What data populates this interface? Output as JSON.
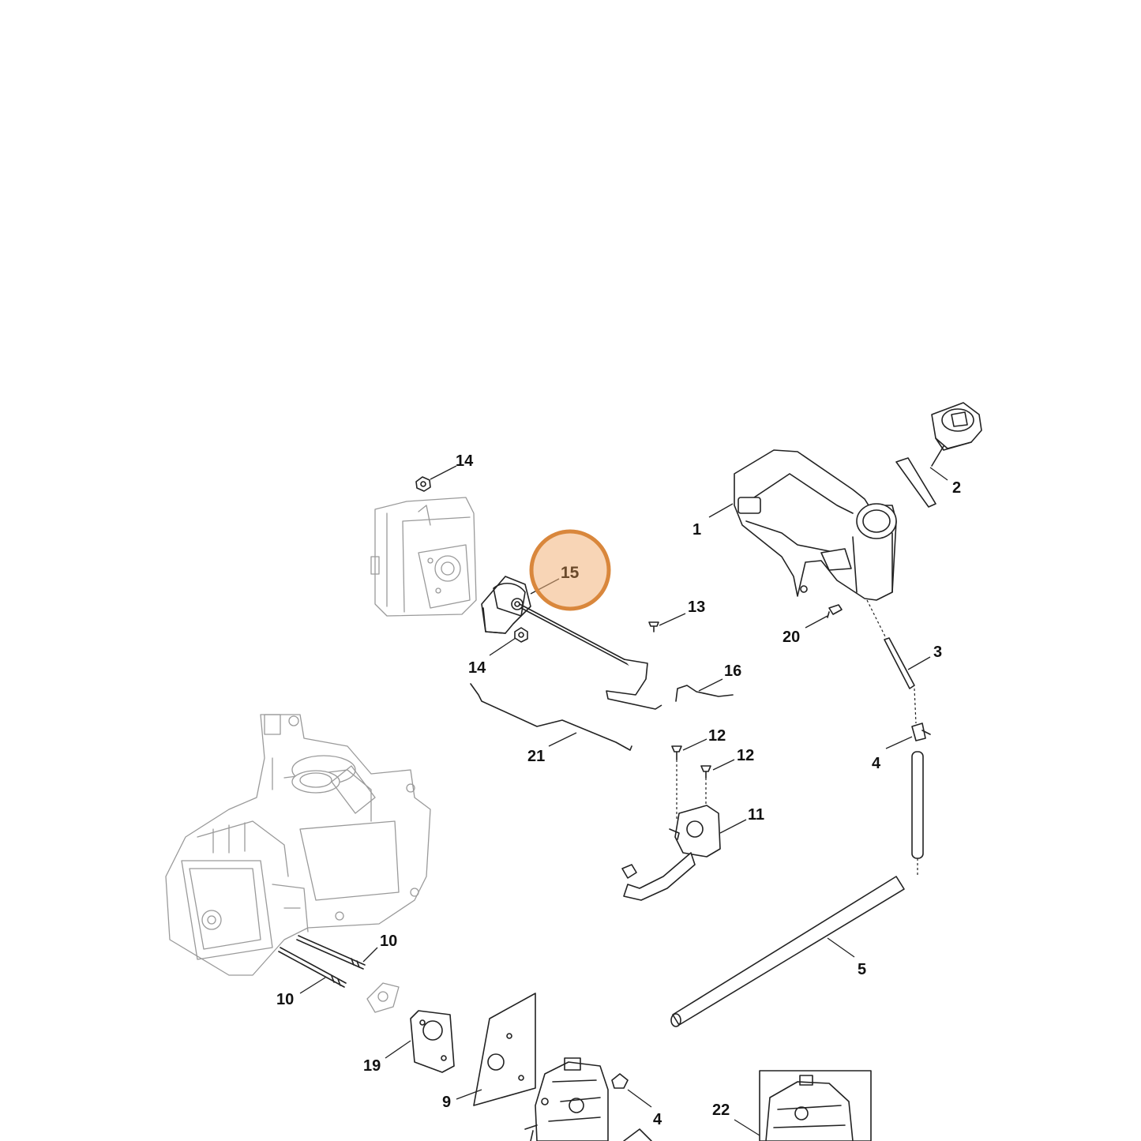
{
  "highlight": {
    "label": "15",
    "ring_color": "#d9873c",
    "fill_color": "#f2b27a"
  },
  "callouts": [
    {
      "id": "c14a",
      "label": "14"
    },
    {
      "id": "c15",
      "label": "15"
    },
    {
      "id": "c14b",
      "label": "14"
    },
    {
      "id": "c13",
      "label": "13"
    },
    {
      "id": "c16",
      "label": "16"
    },
    {
      "id": "c21",
      "label": "21"
    },
    {
      "id": "c1",
      "label": "1"
    },
    {
      "id": "c2",
      "label": "2"
    },
    {
      "id": "c20",
      "label": "20"
    },
    {
      "id": "c3",
      "label": "3"
    },
    {
      "id": "c4a",
      "label": "4"
    },
    {
      "id": "c12a",
      "label": "12"
    },
    {
      "id": "c12b",
      "label": "12"
    },
    {
      "id": "c11",
      "label": "11"
    },
    {
      "id": "c5",
      "label": "5"
    },
    {
      "id": "c10a",
      "label": "10"
    },
    {
      "id": "c10b",
      "label": "10"
    },
    {
      "id": "c19",
      "label": "19"
    },
    {
      "id": "c9",
      "label": "9"
    },
    {
      "id": "c4b",
      "label": "4"
    },
    {
      "id": "c22",
      "label": "22"
    }
  ]
}
